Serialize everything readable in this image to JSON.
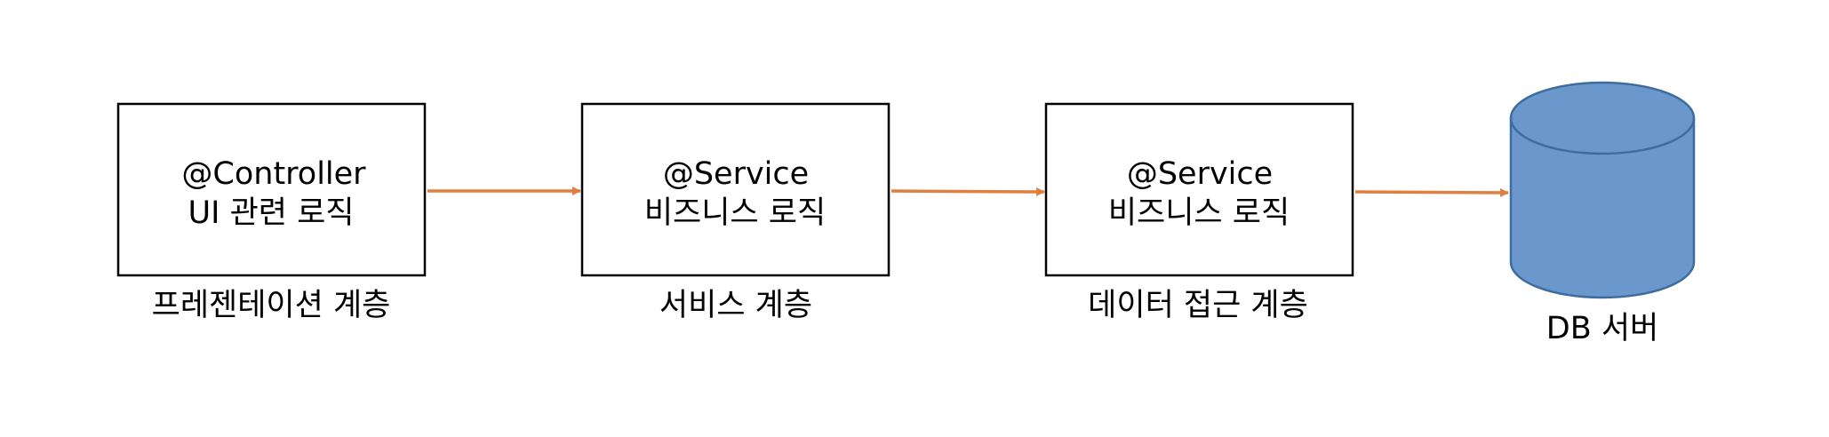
{
  "layers": [
    {
      "box_line1": "@Controller",
      "box_line2": "UI 관련 로직",
      "caption": "프레젠테이션 계층"
    },
    {
      "box_line1": "@Service",
      "box_line2": "비즈니스 로직",
      "caption": "서비스 계층"
    },
    {
      "box_line1": "@Service",
      "box_line2": "비즈니스 로직",
      "caption": "데이터 접근 계층"
    }
  ],
  "database": {
    "caption": "DB 서버"
  },
  "colors": {
    "arrow": "#E08040",
    "cylinder_fill": "#6A98CC",
    "cylinder_stroke": "#3F6C9E",
    "box_stroke": "#000000"
  }
}
